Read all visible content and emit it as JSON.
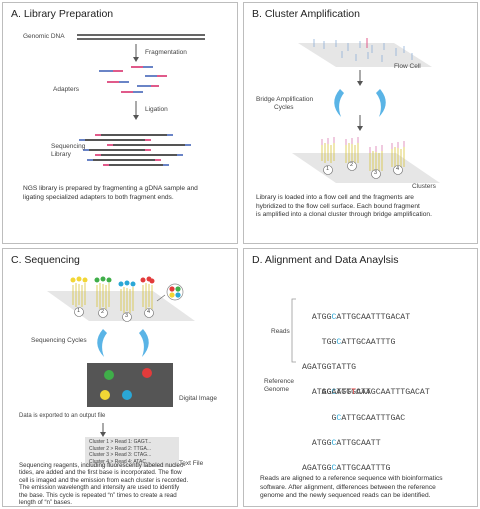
{
  "panel_a": {
    "title": "A. Library Preparation",
    "genomic_dna": "Genomic DNA",
    "fragmentation": "Fragmentation",
    "adapters": "Adapters",
    "ligation": "Ligation",
    "seq_library_1": "Sequencing",
    "seq_library_2": "Library",
    "desc": [
      "NGS library is prepared by fragmenting a gDNA sample and",
      "ligating specialized adapters to both fragment ends."
    ]
  },
  "panel_b": {
    "title": "B. Cluster Amplification",
    "flow_cell": "Flow Cell",
    "bridge_1": "Bridge Amplification",
    "bridge_2": "Cycles",
    "clusters": "Clusters",
    "cluster_nums": [
      "1",
      "2",
      "3",
      "4"
    ],
    "desc": [
      "Library is loaded into a flow cell and the fragments are",
      "hybridized to the flow cell surface. Each bound fragment",
      "is amplified into a clonal cluster through bridge amplification."
    ]
  },
  "panel_c": {
    "title": "C. Sequencing",
    "cluster_nums": [
      "1",
      "2",
      "3",
      "4"
    ],
    "cycles": "Sequencing Cycles",
    "digital_image": "Digital Image",
    "exported": "Data is exported to an output file",
    "text_file": "Text File",
    "file_lines": [
      "Cluster 1 > Read 1: GAGT...",
      "Cluster 2 > Read 2: TTGA...",
      "Cluster 3 > Read 3: CTAG...",
      "Cluster 4 > Read 4: ATAC..."
    ],
    "desc": [
      "Sequencing reagents, including fluorescently labeled nucleo-",
      "tides, are added and the first base is incorporated. The flow",
      "cell is imaged and the emission from each cluster is recorded.",
      "The emission wavelength and intensity are used to identify",
      "the base. This cycle is repeated “n” times to create a read",
      "length of “n” bases."
    ]
  },
  "panel_d": {
    "title": "D. Alignment and Data Anaylsis",
    "reads_label": "Reads",
    "reference_1": "Reference",
    "reference_2": "Genome",
    "reads": [
      {
        "pre": "  ATGG",
        "hl": "C",
        "post": "ATTGCAATTTGACAT"
      },
      {
        "pre": "    TGG",
        "hl": "C",
        "post": "ATTGCAATTTG"
      },
      {
        "pre": "AGATGGT",
        "hl": "",
        "post": "ATTG"
      },
      {
        "pre": "  ATGG",
        "hl": "C",
        "post": "ATTGCAA"
      },
      {
        "pre": "      G",
        "hl": "C",
        "post": "ATTGCAATTTGAC"
      },
      {
        "pre": "  ATGG",
        "hl": "C",
        "post": "ATTGCAATT"
      },
      {
        "pre": "AGATGG",
        "hl": "C",
        "post": "ATTGCAATTTG"
      }
    ],
    "reference": {
      "pre": "AGATGG",
      "hl": "T",
      "post": "ATTGCAATTTGACAT"
    },
    "desc": [
      "Reads are aligned to a reference sequence with bioinformatics",
      "software. After alignment, differences between the reference",
      "genome and the newly sequenced reads can be identified."
    ]
  }
}
